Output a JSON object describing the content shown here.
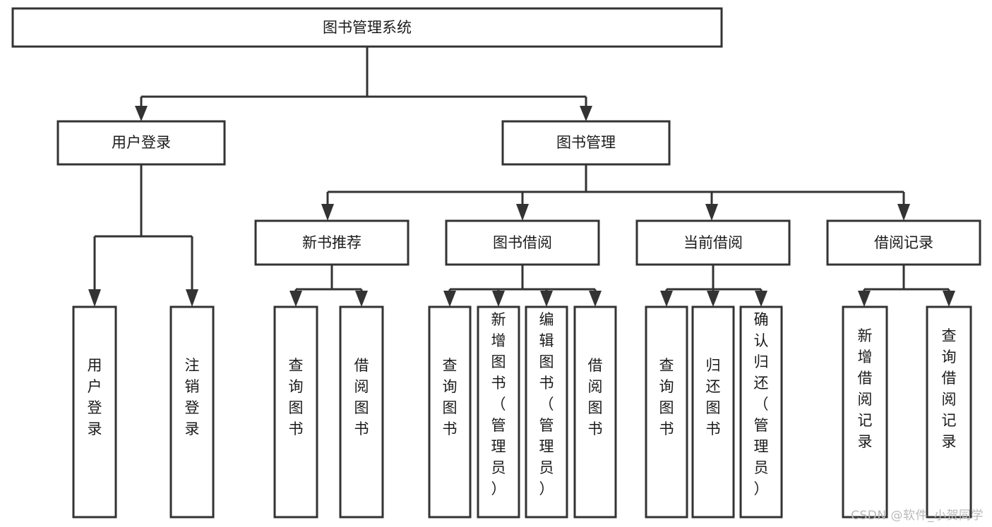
{
  "diagram": {
    "type": "tree-hierarchy",
    "title": "图书管理系统",
    "orientation": "top-down",
    "colors": {
      "box_stroke": "#333333",
      "box_fill": "#ffffff",
      "text": "#1b1b1b",
      "connector": "#333333",
      "watermark": "#b9b9b9",
      "background": "#ffffff"
    },
    "root": {
      "label": "图书管理系统"
    },
    "level2": [
      {
        "label": "用户登录"
      },
      {
        "label": "图书管理"
      }
    ],
    "level3": [
      {
        "label": "新书推荐"
      },
      {
        "label": "图书借阅"
      },
      {
        "label": "当前借阅"
      },
      {
        "label": "借阅记录"
      }
    ],
    "leaves_user_login": [
      {
        "label": "用户登录"
      },
      {
        "label": "注销登录"
      }
    ],
    "leaves_new_book": [
      {
        "label": "查询图书"
      },
      {
        "label": "借阅图书"
      }
    ],
    "leaves_book_borrow": [
      {
        "label": "查询图书"
      },
      {
        "label": "新增图书（管理员）"
      },
      {
        "label": "编辑图书（管理员）"
      },
      {
        "label": "借阅图书"
      }
    ],
    "leaves_current_borrow": [
      {
        "label": "查询图书"
      },
      {
        "label": "归还图书"
      },
      {
        "label": "确认归还（管理员）"
      }
    ],
    "leaves_borrow_record": [
      {
        "label": "新增借阅记录"
      },
      {
        "label": "查询借阅记录"
      }
    ]
  },
  "watermark": {
    "text": "CSDN @软件_小贺同学"
  }
}
